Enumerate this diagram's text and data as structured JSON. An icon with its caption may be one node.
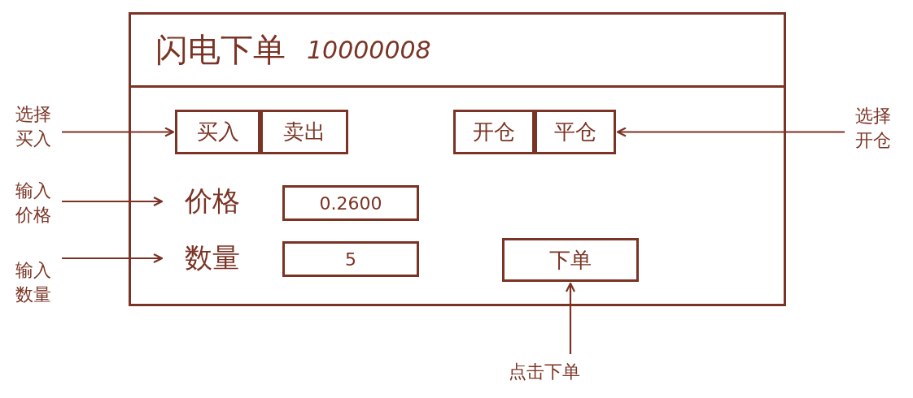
{
  "diagram": {
    "nodes": [
      {
        "text": [],
        "shape": "box"
      },
      {
        "text": [
          "闪电下单",
          "10000008"
        ],
        "in": 0
      },
      {
        "text": [
          "买入"
        ],
        "in": 0
      },
      {
        "text": [
          "卖出"
        ],
        "in": 0
      },
      {
        "text": [
          "开仓"
        ],
        "in": 0
      },
      {
        "text": [
          "平仓"
        ],
        "in": 0
      },
      {
        "text": [
          "价格"
        ],
        "in": 0
      },
      {
        "text": [
          "0.2600"
        ],
        "in": 0
      },
      {
        "text": [
          "数量"
        ],
        "in": 0
      },
      {
        "text": [
          "5"
        ],
        "in": 0
      },
      {
        "text": [
          "下单"
        ],
        "in": 0
      },
      {
        "text": [
          "选择买入"
        ]
      },
      {
        "text": [
          "输入价格"
        ]
      },
      {
        "text": [
          "输入数量"
        ]
      },
      {
        "text": [
          "选择开仓"
        ]
      },
      {
        "text": [
          "点击下单"
        ]
      }
    ],
    "edges": [
      {
        "from": 11,
        "to": 2,
        "arrow": "to"
      },
      {
        "from": 12,
        "to": 6,
        "arrow": "to"
      },
      {
        "from": 13,
        "to": 8,
        "arrow": "to"
      },
      {
        "from": 14,
        "to": 5,
        "arrow": "to"
      },
      {
        "from": 15,
        "to": 10,
        "arrow": "to"
      }
    ]
  }
}
